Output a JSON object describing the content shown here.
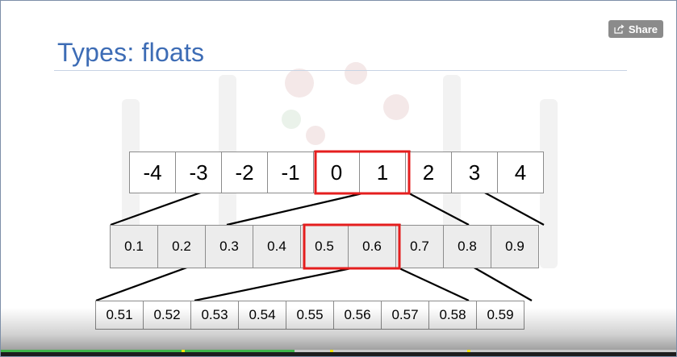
{
  "slide": {
    "title": "Types: floats"
  },
  "share_button": {
    "label": "Share",
    "icon": "share-icon"
  },
  "diagram": {
    "integers": [
      "-4",
      "-3",
      "-2",
      "-1",
      "0",
      "1",
      "2",
      "3",
      "4"
    ],
    "tenths": [
      "0.1",
      "0.2",
      "0.3",
      "0.4",
      "0.5",
      "0.6",
      "0.7",
      "0.8",
      "0.9"
    ],
    "hundredths": [
      "0.51",
      "0.52",
      "0.53",
      "0.54",
      "0.55",
      "0.56",
      "0.57",
      "0.58",
      "0.59"
    ],
    "highlight_color": "#e41e1e",
    "line_color": "#000000"
  },
  "player": {
    "progress_fraction": 0.435,
    "progress_color": "#3fb54a",
    "chapter_marker_fractions": [
      0.268,
      0.488,
      0.69
    ],
    "chapter_marker_color": "#f2e500"
  }
}
